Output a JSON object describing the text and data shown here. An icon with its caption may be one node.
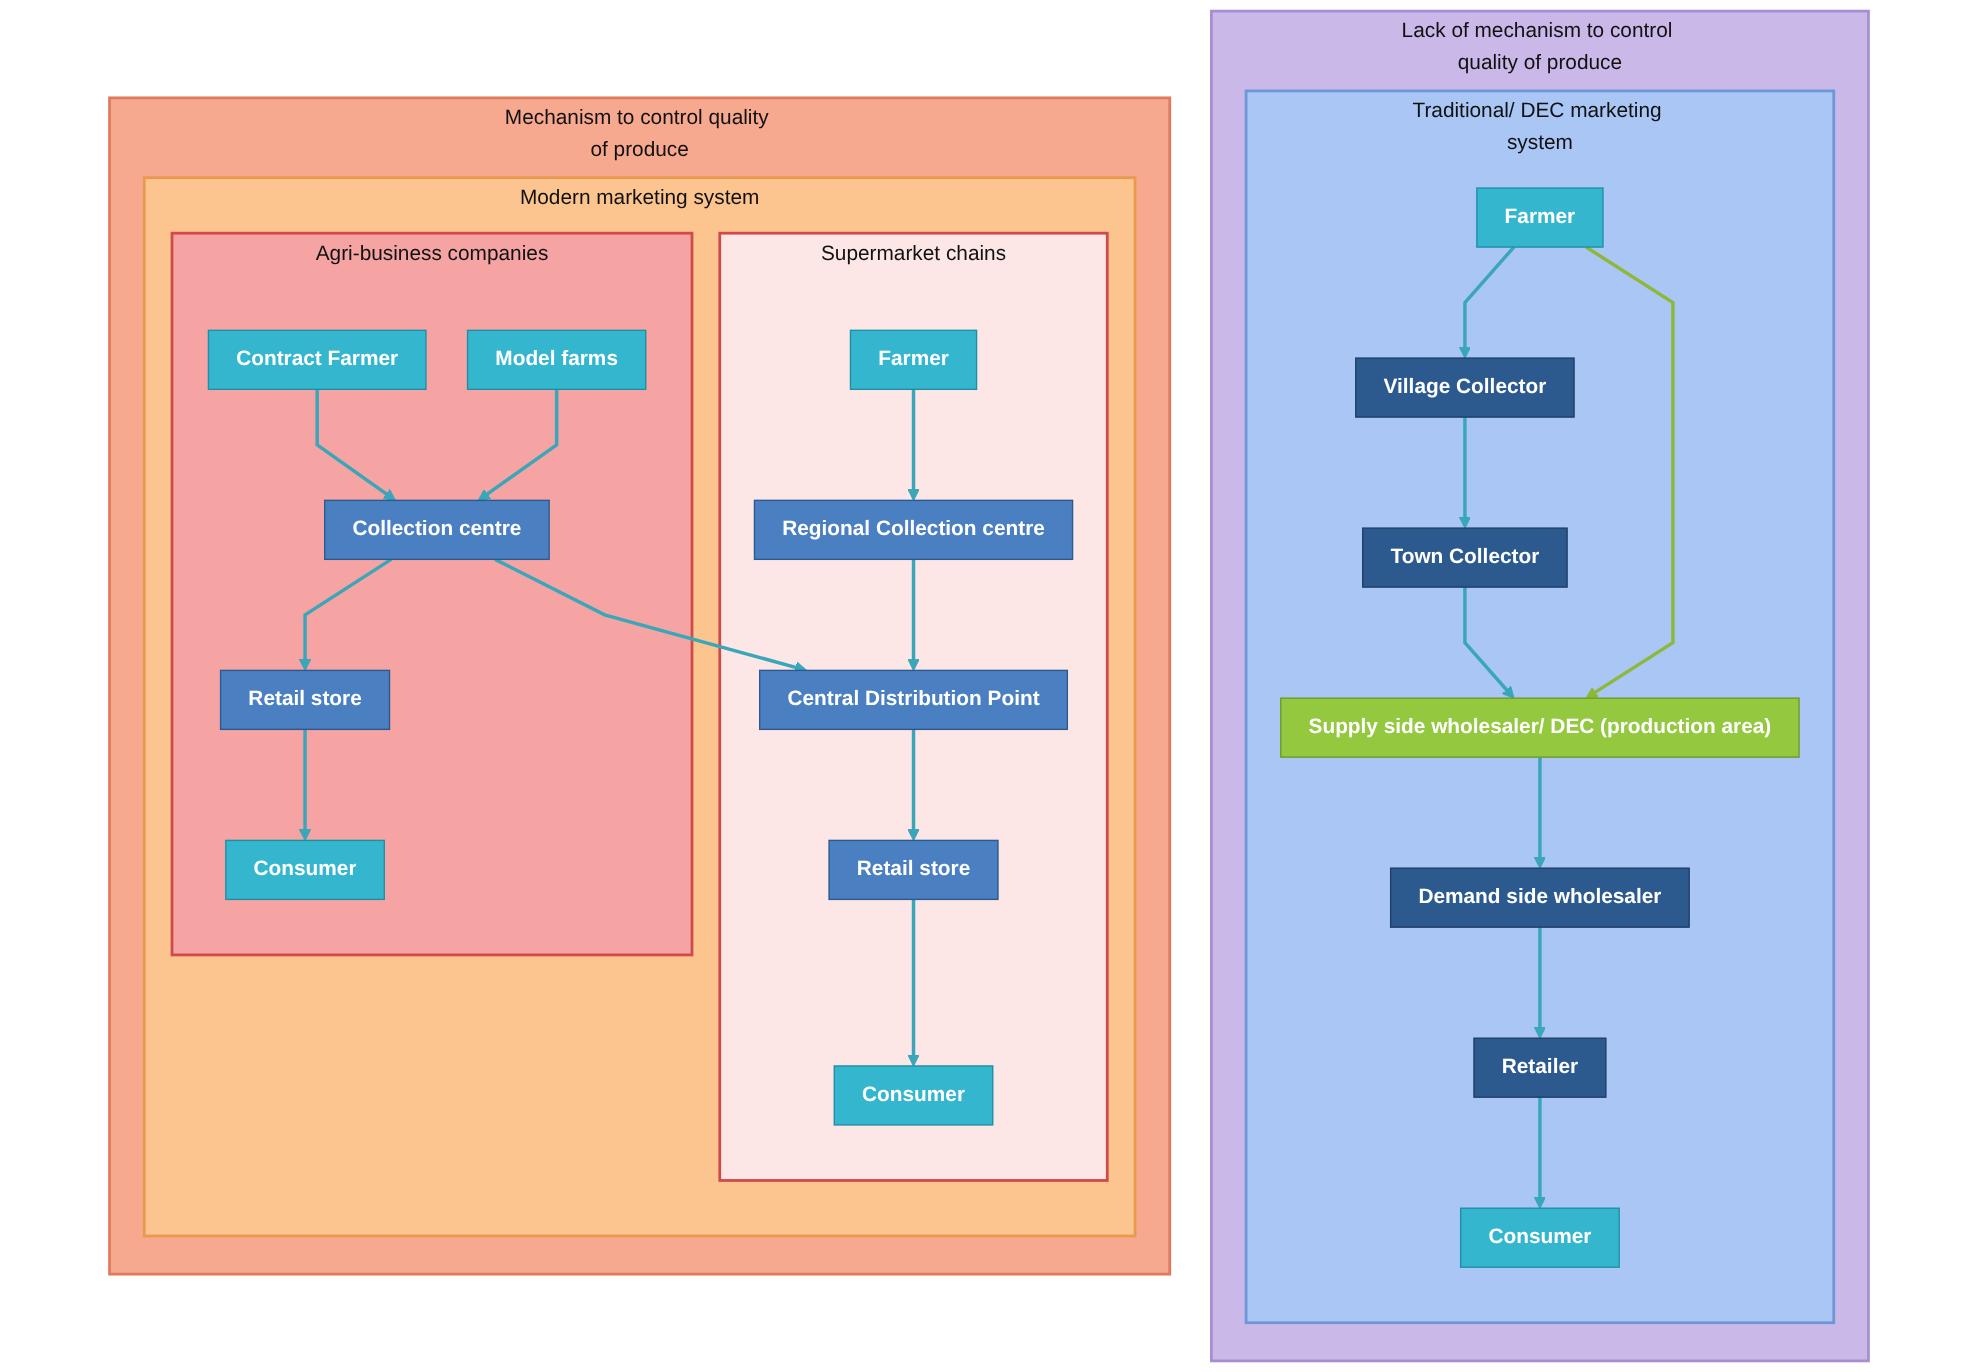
{
  "diagram": {
    "nodes": [
      {
        "text": [
          "Lack of mechanism to control quality of produce"
        ]
      },
      {
        "text": [
          "Traditional/ DEC marketing system"
        ],
        "in": 0
      },
      {
        "text": [
          "Farmer"
        ],
        "in": 1
      },
      {
        "text": [
          "Village Collector"
        ],
        "in": 1
      },
      {
        "text": [
          "Town Collector"
        ],
        "in": 1
      },
      {
        "text": [
          "Supply side wholesaler/ DEC (production area)"
        ],
        "in": 1
      },
      {
        "text": [
          "Demand side wholesaler"
        ],
        "in": 1
      },
      {
        "text": [
          "Retailer"
        ],
        "in": 1
      },
      {
        "text": [
          "Consumer"
        ],
        "in": 1
      },
      {
        "text": [
          "Mechanism to control quality of produce"
        ]
      },
      {
        "text": [
          "Modern marketing system"
        ],
        "in": 9
      },
      {
        "text": [
          "Supermarket chains"
        ],
        "in": 10
      },
      {
        "text": [
          "Farmer"
        ],
        "in": 11
      },
      {
        "text": [
          "Regional Collection centre"
        ],
        "in": 11
      },
      {
        "text": [
          "Central Distribution Point"
        ],
        "in": 11
      },
      {
        "text": [
          "Retail store"
        ],
        "in": 11
      },
      {
        "text": [
          "Consumer"
        ],
        "in": 11
      },
      {
        "text": [
          "Agri-business companies"
        ],
        "in": 10
      },
      {
        "text": [
          "Contract Farmer"
        ],
        "in": 17
      },
      {
        "text": [
          "Model farms"
        ],
        "in": 17
      },
      {
        "text": [
          "Collection centre"
        ],
        "in": 17
      },
      {
        "text": [
          "Retail store"
        ],
        "in": 17
      },
      {
        "text": [
          "Consumer"
        ],
        "in": 17
      }
    ],
    "edges": [
      {
        "from": 2,
        "to": 3,
        "arrow": "to"
      },
      {
        "from": 3,
        "to": 4,
        "arrow": "to"
      },
      {
        "from": 4,
        "to": 5,
        "arrow": "to"
      },
      {
        "from": 5,
        "to": 6,
        "arrow": "to"
      },
      {
        "from": 6,
        "to": 7,
        "arrow": "to"
      },
      {
        "from": 7,
        "to": 8,
        "arrow": "to"
      },
      {
        "from": 2,
        "to": 5,
        "arrow": "to",
        "color": "#8db83a"
      },
      {
        "from": 12,
        "to": 13,
        "arrow": "to"
      },
      {
        "from": 13,
        "to": 14,
        "arrow": "to"
      },
      {
        "from": 14,
        "to": 15,
        "arrow": "to"
      },
      {
        "from": 15,
        "to": 16,
        "arrow": "to"
      },
      {
        "from": 18,
        "to": 20,
        "arrow": "to"
      },
      {
        "from": 19,
        "to": 20,
        "arrow": "to"
      },
      {
        "from": 20,
        "to": 14,
        "arrow": "to"
      },
      {
        "from": 20,
        "to": 21,
        "arrow": "to"
      },
      {
        "from": 21,
        "to": 22,
        "arrow": "to"
      }
    ]
  }
}
